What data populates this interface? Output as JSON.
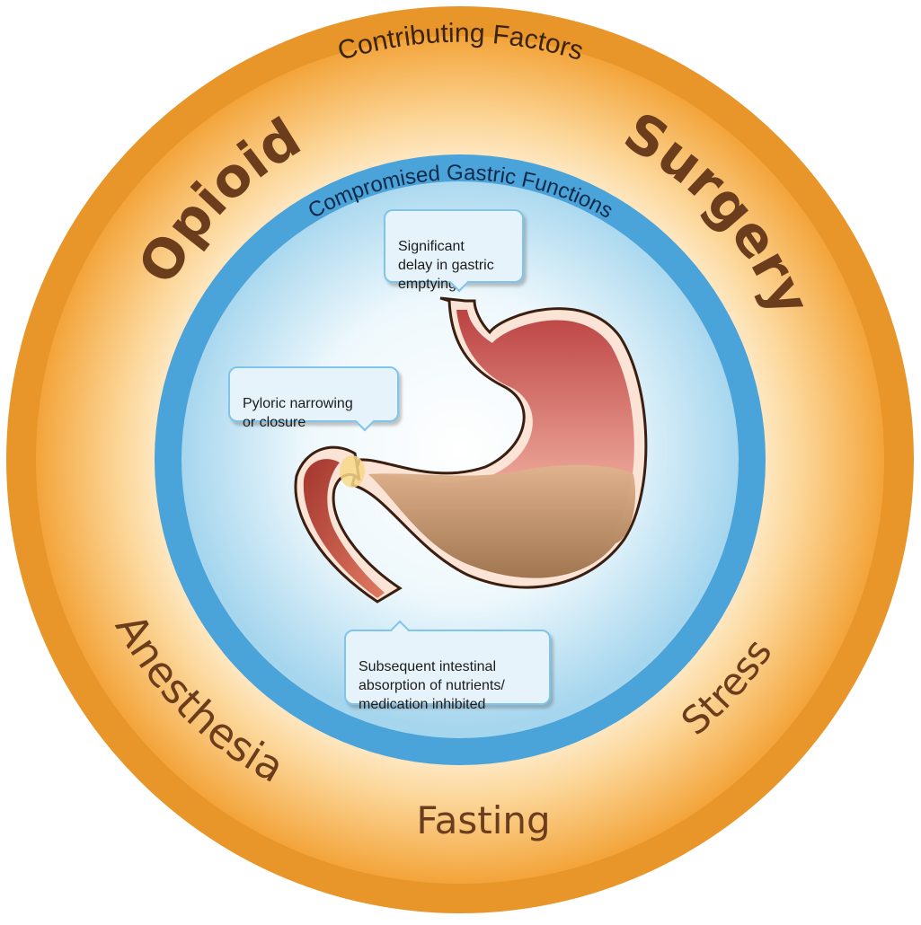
{
  "outer_ring": {
    "title": "Contributing Factors",
    "factors": {
      "opioids": "Opioids",
      "surgery": "Surgery",
      "anesthesia": "Anesthesia",
      "stress": "Stress",
      "fasting": "Fasting"
    }
  },
  "inner_ring": {
    "title": "Compromised Gastric Functions"
  },
  "callouts": {
    "gastric_delay": "Significant\ndelay in gastric\nemptying",
    "pyloric": "Pyloric narrowing\nor closure",
    "absorption": "Subsequent intestinal\nabsorption of nutrients/\nmedication inhibited"
  },
  "colors": {
    "outer_ring": "#e8952a",
    "outer_gradient_light": "#fff4e0",
    "inner_ring": "#4aa3d9",
    "inner_gradient_light": "#ffffff",
    "factor_text": "#6b3d1c",
    "stomach": "#c98a6a"
  },
  "icons": {
    "organ": "stomach-illustration"
  }
}
